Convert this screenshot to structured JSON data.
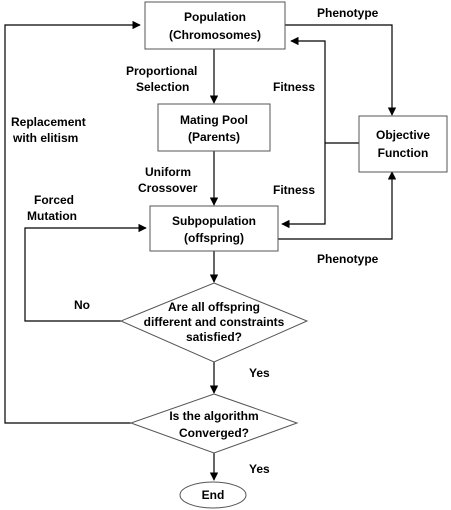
{
  "nodes": {
    "population": {
      "line1": "Population",
      "line2": "(Chromosomes)"
    },
    "mating_pool": {
      "line1": "Mating Pool",
      "line2": "(Parents)"
    },
    "subpopulation": {
      "line1": "Subpopulation",
      "line2": "(offspring)"
    },
    "objective": {
      "line1": "Objective",
      "line2": "Function"
    },
    "decision_offspring": {
      "line1": "Are all offspring",
      "line2": "different and constraints",
      "line3": "satisfied?"
    },
    "decision_converged": {
      "line1": "Is the algorithm",
      "line2": "Converged?"
    },
    "end": {
      "label": "End"
    }
  },
  "edge_labels": {
    "phenotype_top": "Phenotype",
    "phenotype_bottom": "Phenotype",
    "fitness_top": "Fitness",
    "fitness_bottom": "Fitness",
    "proportional_1": "Proportional",
    "proportional_2": "Selection",
    "uniform_1": "Uniform",
    "uniform_2": "Crossover",
    "forced_1": "Forced",
    "forced_2": "Mutation",
    "replacement_1": "Replacement",
    "replacement_2": "with elitism",
    "no": "No",
    "yes_1": "Yes",
    "yes_2": "Yes"
  }
}
